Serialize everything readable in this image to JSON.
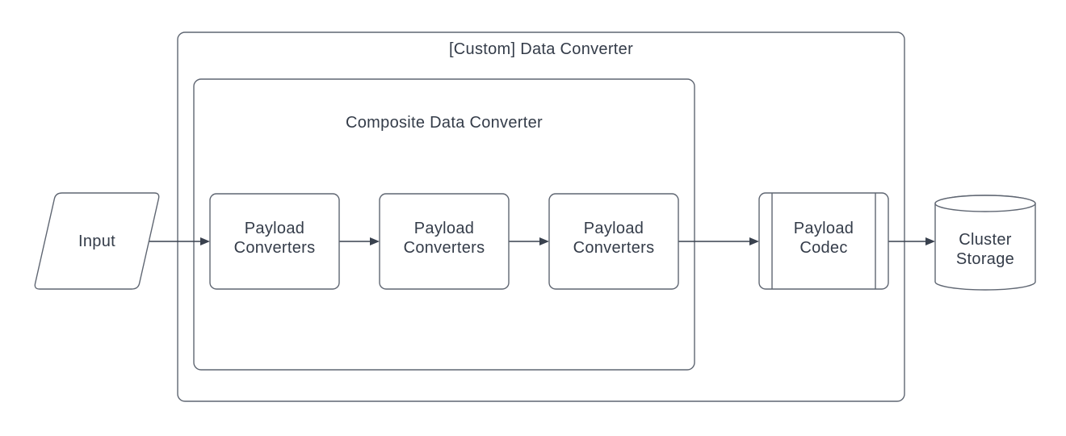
{
  "diagram": {
    "outer_group": {
      "title": "[Custom] Data Converter"
    },
    "composite_group": {
      "title": "Composite Data Converter"
    },
    "input_node": {
      "label": "Input",
      "shape": "parallelogram"
    },
    "converters": [
      {
        "line1": "Payload",
        "line2": "Converters"
      },
      {
        "line1": "Payload",
        "line2": "Converters"
      },
      {
        "line1": "Payload",
        "line2": "Converters"
      }
    ],
    "codec_node": {
      "line1": "Payload",
      "line2": "Codec",
      "shape": "predefined-process"
    },
    "storage_node": {
      "line1": "Cluster",
      "line2": "Storage",
      "shape": "cylinder"
    },
    "flow": [
      "Input",
      "Payload Converters",
      "Payload Converters",
      "Payload Converters",
      "Payload Codec",
      "Cluster Storage"
    ],
    "colors": {
      "background": "#ffffff",
      "shape_fill": "#ffffff",
      "shape_stroke": "#5f6672",
      "text": "#343c49",
      "arrow": "#39414e"
    }
  }
}
